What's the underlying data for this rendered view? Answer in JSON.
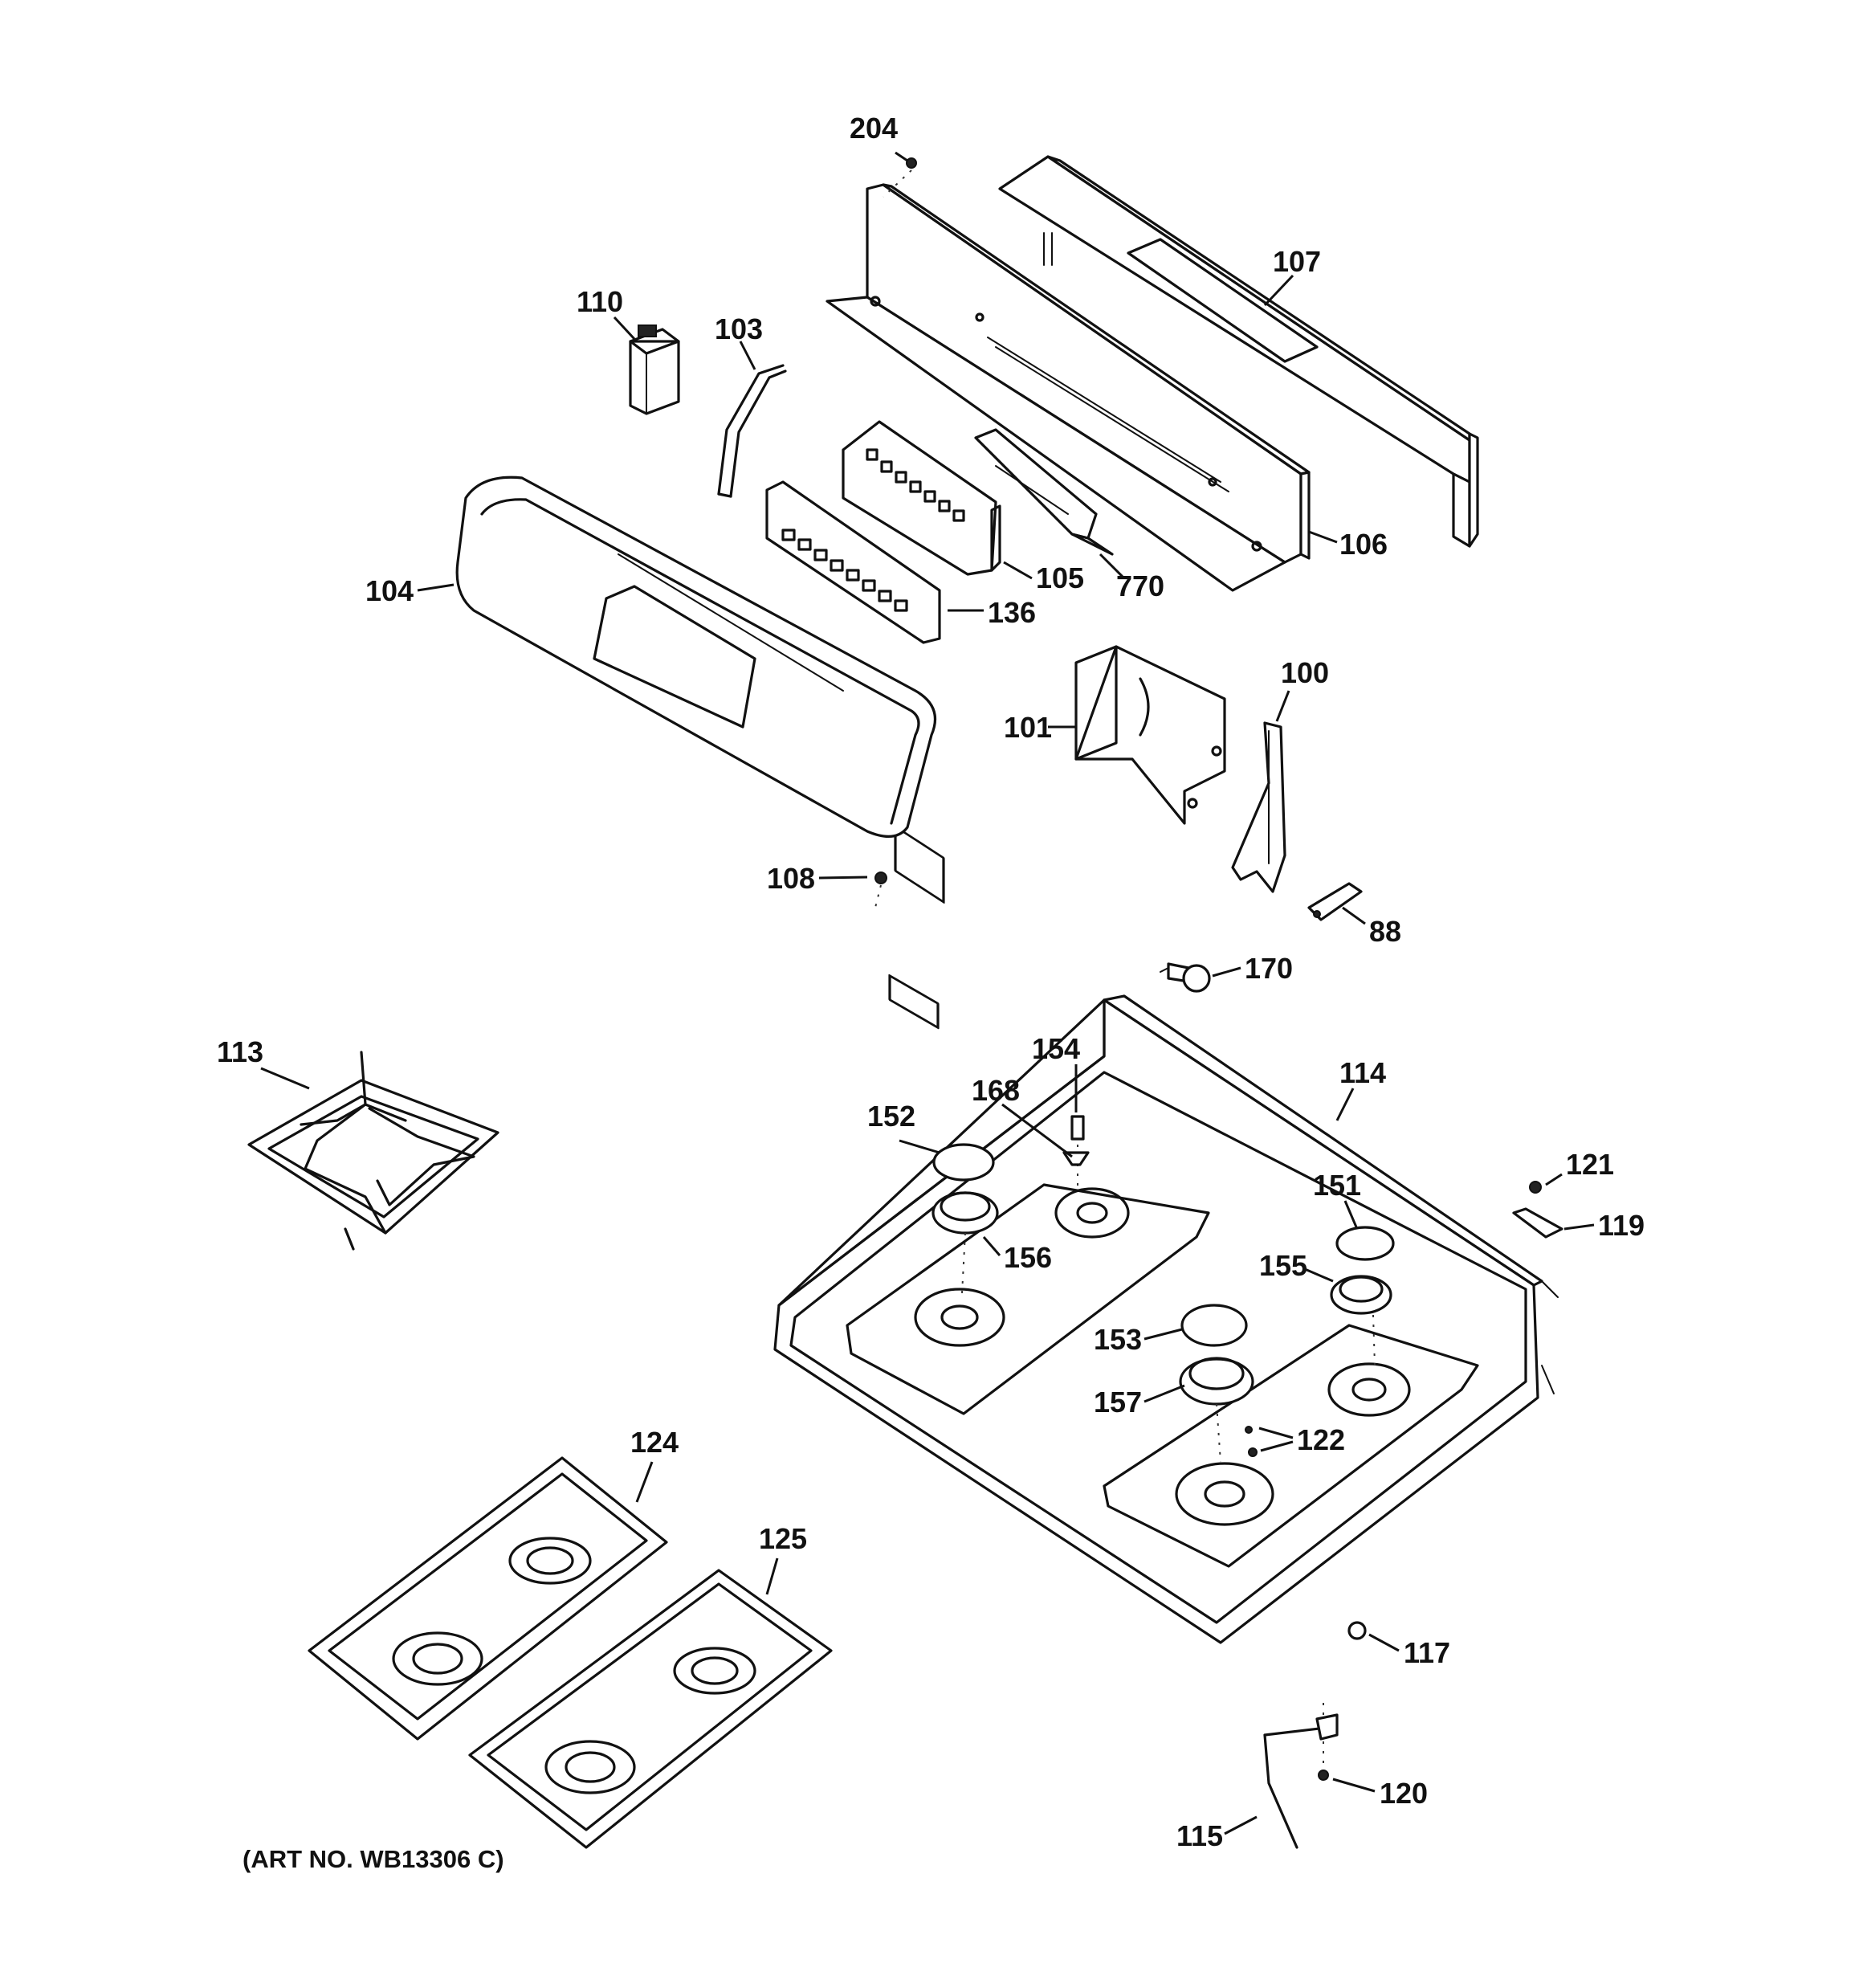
{
  "callouts": {
    "c204": "204",
    "c107": "107",
    "c110": "110",
    "c103": "103",
    "c106": "106",
    "c105": "105",
    "c770": "770",
    "c104": "104",
    "c136": "136",
    "c101": "101",
    "c100": "100",
    "c108": "108",
    "c88": "88",
    "c170": "170",
    "c113": "113",
    "c154": "154",
    "c114": "114",
    "c168": "168",
    "c152": "152",
    "c121": "121",
    "c151": "151",
    "c119": "119",
    "c156": "156",
    "c155": "155",
    "c153": "153",
    "c157": "157",
    "c122": "122",
    "c124": "124",
    "c125": "125",
    "c117": "117",
    "c120": "120",
    "c115": "115"
  },
  "art_number": "(ART NO. WB13306 C)"
}
